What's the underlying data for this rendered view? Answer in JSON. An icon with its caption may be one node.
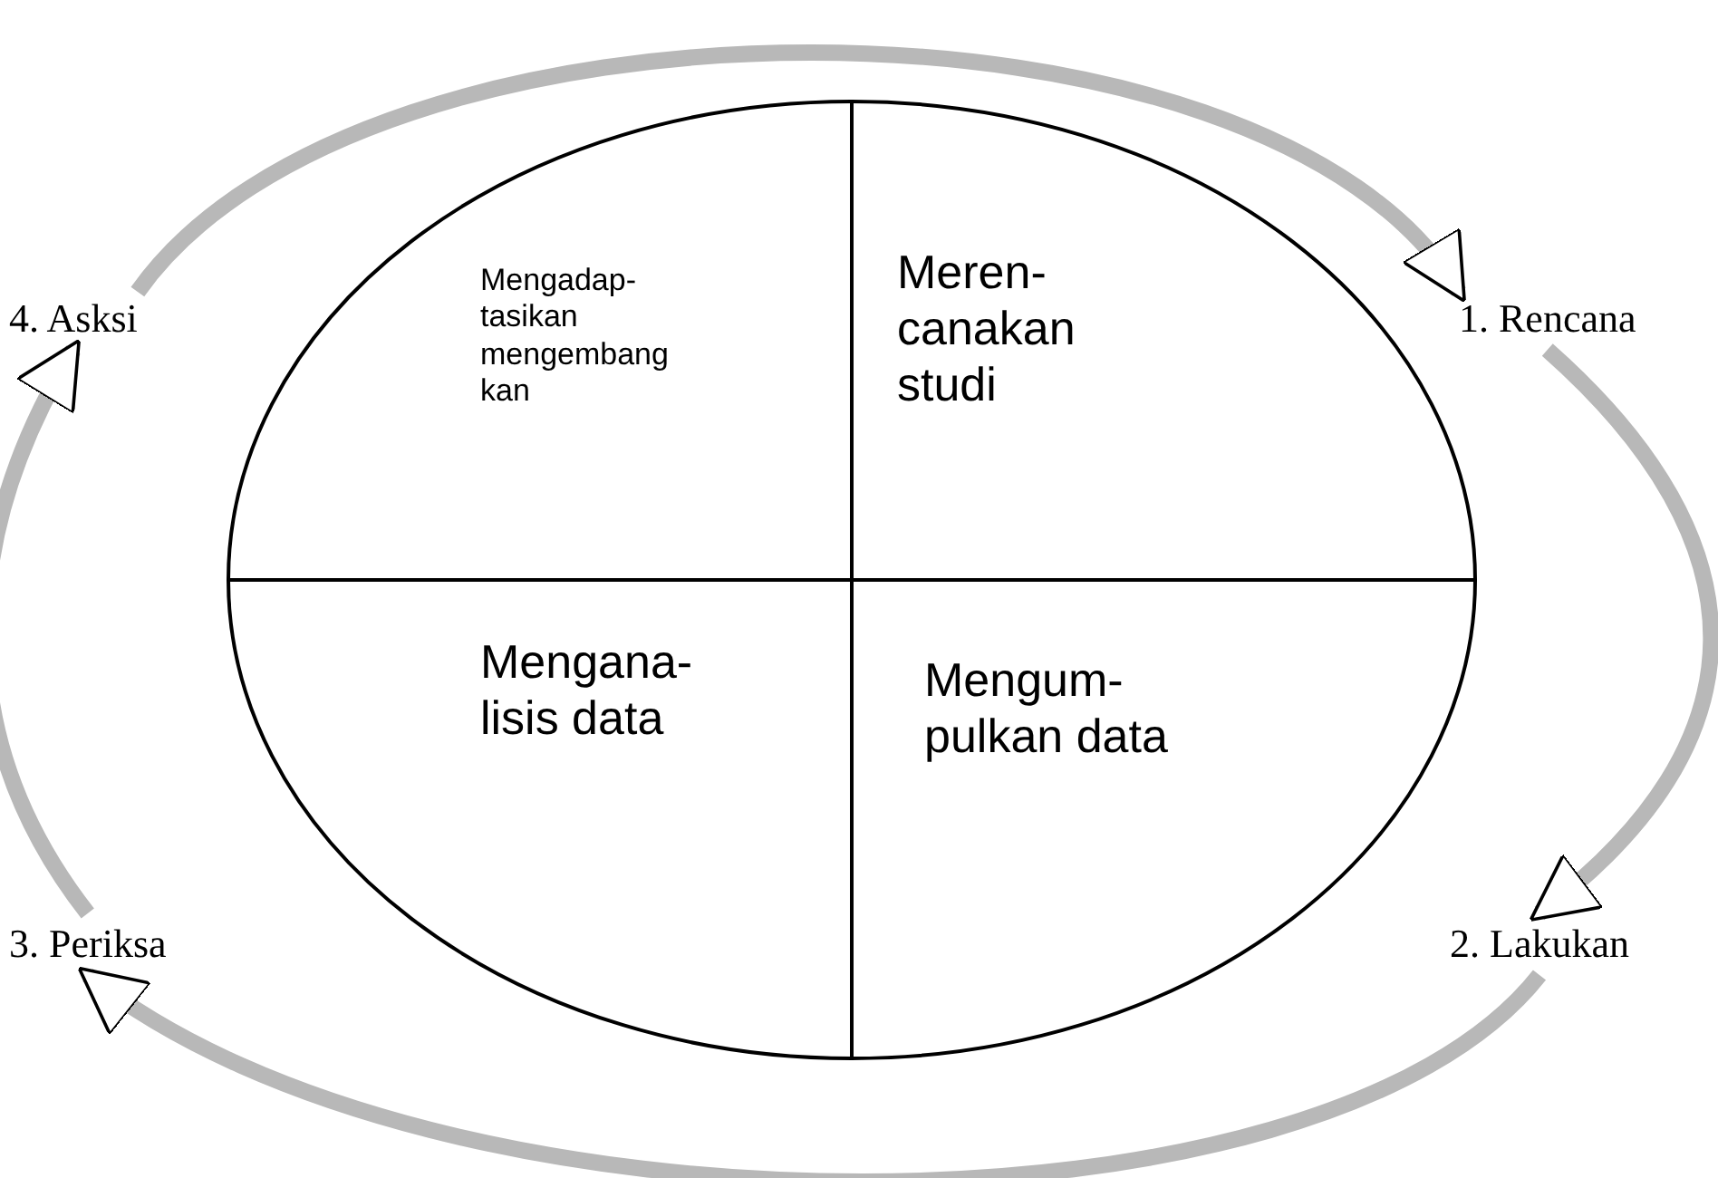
{
  "diagram": {
    "nodes": [
      {
        "text": [],
        "shape": "ellipse"
      },
      {
        "text": [
          "Mengadap- tasikan mengembang kan"
        ],
        "in": 0
      },
      {
        "text": [
          "Meren- canakan studi"
        ],
        "in": 0
      },
      {
        "text": [
          "Mengana- lisis data"
        ],
        "in": 0
      },
      {
        "text": [
          "Mengum- pulkan data"
        ],
        "in": 0
      },
      {
        "text": [
          "4. Asksi"
        ]
      },
      {
        "text": [
          "1. Rencana"
        ]
      },
      {
        "text": [
          "3. Periksa"
        ]
      },
      {
        "text": [
          "2. Lakukan"
        ]
      }
    ],
    "edges": [
      {
        "from": 5,
        "to": 6,
        "arrow": "to"
      },
      {
        "from": 6,
        "to": 8,
        "arrow": "to"
      },
      {
        "from": 8,
        "to": 7,
        "arrow": "to"
      },
      {
        "from": 7,
        "to": 5,
        "arrow": "to"
      }
    ]
  }
}
